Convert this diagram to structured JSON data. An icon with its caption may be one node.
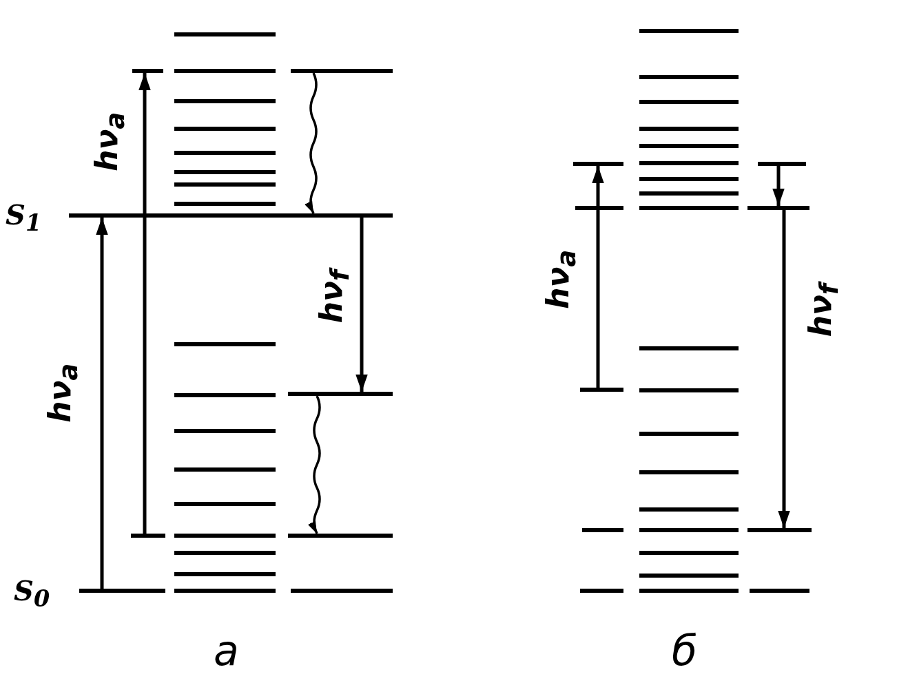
{
  "diagram": {
    "nodes": [
      {
        "text": [
          "S$_{1}$"
        ]
      },
      {
        "text": [
          "S$_{0}$"
        ]
      },
      {
        "text": [],
        "shape": "bar"
      },
      {
        "text": [],
        "shape": "bar"
      },
      {
        "text": [],
        "shape": "bar"
      },
      {
        "text": [],
        "shape": "bar"
      },
      {
        "text": [],
        "shape": "bar"
      },
      {
        "text": [],
        "shape": "bar"
      },
      {
        "text": [],
        "shape": "bar"
      },
      {
        "text": [],
        "shape": "bar"
      },
      {
        "text": [],
        "shape": "bar"
      },
      {
        "text": [],
        "shape": "bar"
      }
    ],
    "edges": [
      {
        "from": 1,
        "to": 0,
        "arrow": "to",
        "label": "hν$_{a}$"
      },
      {
        "from": 3,
        "to": 2,
        "arrow": "to",
        "label": "hν$_{a}$"
      },
      {
        "from": 4,
        "to": 0,
        "arrow": "to"
      },
      {
        "from": 0,
        "to": 5,
        "arrow": "to",
        "label": "hν$_{f}$"
      },
      {
        "from": 5,
        "to": 6,
        "arrow": "to"
      },
      {
        "from": 8,
        "to": 7,
        "arrow": "to",
        "label": "hν$_{a}$"
      },
      {
        "from": 9,
        "to": 10,
        "arrow": "to"
      },
      {
        "from": 10,
        "to": 11,
        "arrow": "to",
        "label": "hν$_{f}$"
      }
    ],
    "labels": [
      "а",
      "б"
    ]
  }
}
